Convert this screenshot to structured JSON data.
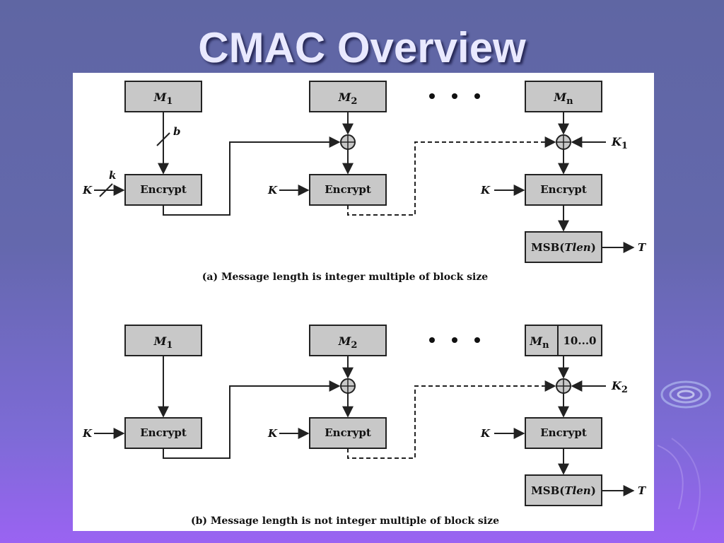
{
  "slide": {
    "title": "CMAC Overview",
    "background_top": "#5f66a3",
    "background_bottom": "#9a63f2"
  },
  "diagram": {
    "panel_a": {
      "caption": "(a) Message length is integer multiple of block size",
      "m1": {
        "base": "M",
        "sub": "1"
      },
      "m2": {
        "base": "M",
        "sub": "2"
      },
      "mn": {
        "base": "M",
        "sub": "n"
      },
      "encrypt": "Encrypt",
      "key": "K",
      "subkey": {
        "base": "K",
        "sub": "1"
      },
      "width_label_b": "b",
      "width_label_k": "k",
      "msb": {
        "prefix": "MSB(",
        "italic": "Tlen",
        "suffix": ")"
      },
      "output": "T"
    },
    "panel_b": {
      "caption": "(b) Message length is not integer multiple of block size",
      "m1": {
        "base": "M",
        "sub": "1"
      },
      "m2": {
        "base": "M",
        "sub": "2"
      },
      "mn": {
        "base": "M",
        "sub": "n"
      },
      "padding": "10...0",
      "encrypt": "Encrypt",
      "key": "K",
      "subkey": {
        "base": "K",
        "sub": "2"
      },
      "msb": {
        "prefix": "MSB(",
        "italic": "Tlen",
        "suffix": ")"
      },
      "output": "T"
    }
  }
}
